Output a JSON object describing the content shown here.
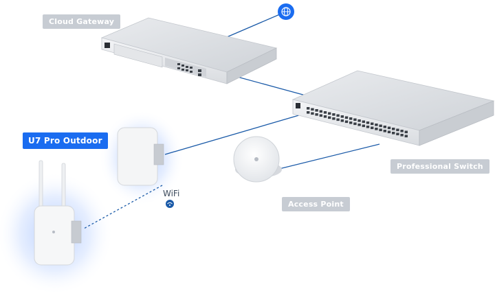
{
  "labels": {
    "cloud_gateway": "Cloud Gateway",
    "professional_switch": "Professional Switch",
    "access_point": "Access Point",
    "u7_pro_outdoor": "U7 Pro Outdoor",
    "wifi": "WiFi"
  },
  "icons": {
    "internet": "globe-icon",
    "wifi_link": "wifi-icon"
  },
  "colors": {
    "link": "#1a5aa8",
    "accent": "#1a6cf0",
    "tag_gray": "#c7ccd3",
    "glow": "#6f9dff"
  }
}
